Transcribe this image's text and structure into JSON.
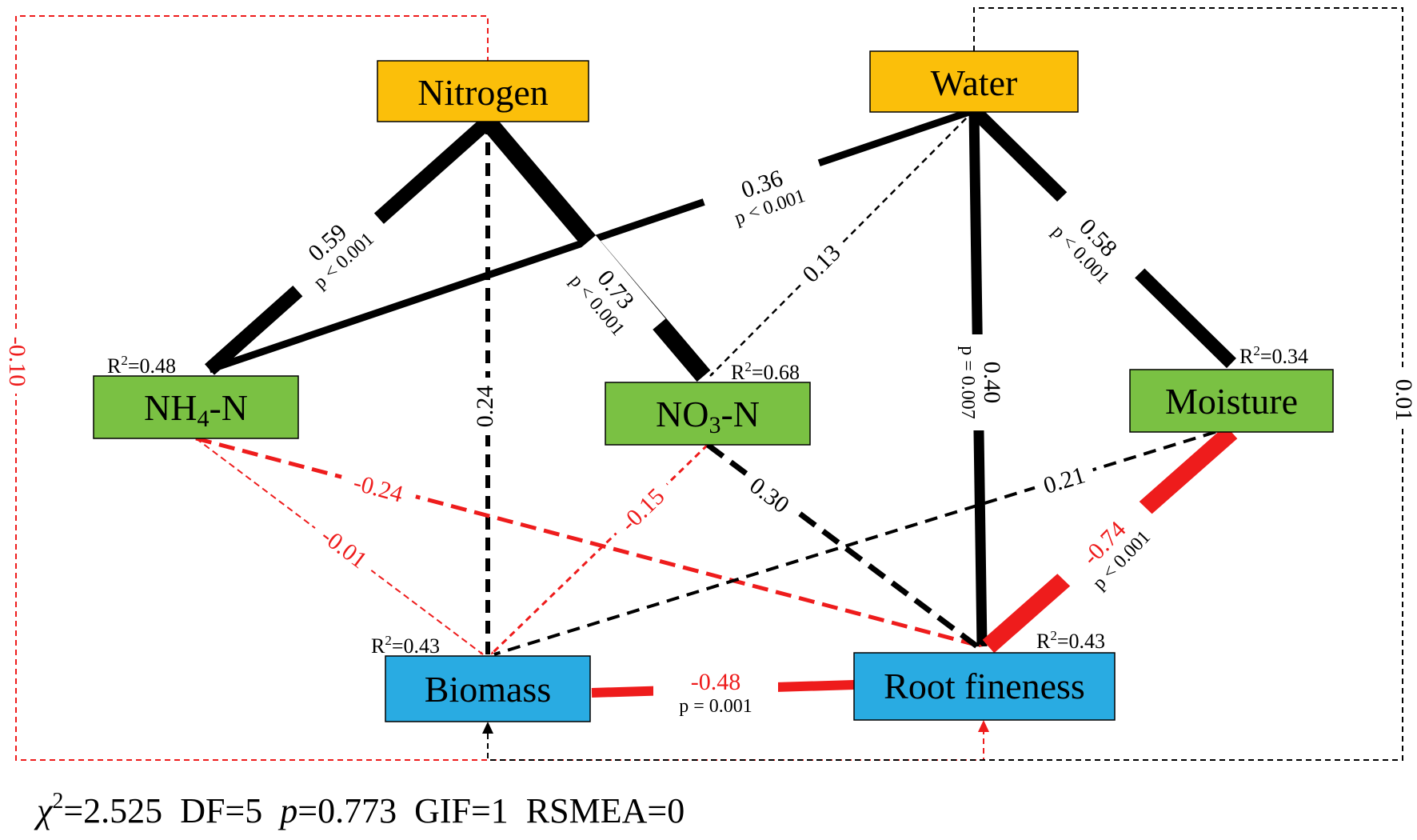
{
  "colors": {
    "exogenous": "#fbbf0a",
    "mediator": "#7ac143",
    "response": "#29abe2",
    "positive": "#000000",
    "negative": "#ee1c1c"
  },
  "nodes": {
    "nitrogen": {
      "label": "Nitrogen"
    },
    "water": {
      "label": "Water"
    },
    "nh4": {
      "label_main": "NH",
      "label_sub": "4",
      "label_tail": "-N",
      "r2_prefix": "R",
      "r2_sup": "2",
      "r2_value": "=0.48"
    },
    "no3": {
      "label_main": "NO",
      "label_sub": "3",
      "label_tail": "-N",
      "r2_prefix": "R",
      "r2_sup": "2",
      "r2_value": "=0.68"
    },
    "moisture": {
      "label": "Moisture",
      "r2_prefix": "R",
      "r2_sup": "2",
      "r2_value": "=0.34"
    },
    "biomass": {
      "label": "Biomass",
      "r2_prefix": "R",
      "r2_sup": "2",
      "r2_value": "=0.43"
    },
    "root": {
      "label": "Root fineness",
      "r2_prefix": "R",
      "r2_sup": "2",
      "r2_value": "=0.43"
    }
  },
  "paths": {
    "n_nh4": {
      "coef": "0.59",
      "p": "p < 0.001"
    },
    "n_no3": {
      "coef": "0.73",
      "p": "p < 0.001"
    },
    "n_bio": {
      "coef": "0.24"
    },
    "w_nh4": {
      "coef": "0.36",
      "p": "p < 0.001"
    },
    "w_no3": {
      "coef": "0.13"
    },
    "w_root": {
      "coef": "0.40",
      "p": "p = 0.007"
    },
    "w_moist": {
      "coef": "0.58",
      "p": "p < 0.001"
    },
    "nh4_root": {
      "coef": "-0.24"
    },
    "nh4_bio": {
      "coef": "-0.01"
    },
    "no3_bio": {
      "coef": "-0.15"
    },
    "no3_root": {
      "coef": "0.30"
    },
    "moist_bio": {
      "coef": "0.21"
    },
    "moist_root": {
      "coef": "-0.74",
      "p": "p < 0.001"
    },
    "root_bio": {
      "coef": "-0.48",
      "p": "p = 0.001"
    },
    "n_root_loop": {
      "coef": "-0.10"
    },
    "w_bio_loop": {
      "coef": "0.01"
    }
  },
  "fit": {
    "chi_symbol": "χ",
    "chi_sup": "2",
    "chi_value": "=2.525",
    "df": "DF=5",
    "p_symbol": "p",
    "p_value": "=0.773",
    "gif": "GIF=1",
    "rsmea": "RSMEA=0"
  }
}
